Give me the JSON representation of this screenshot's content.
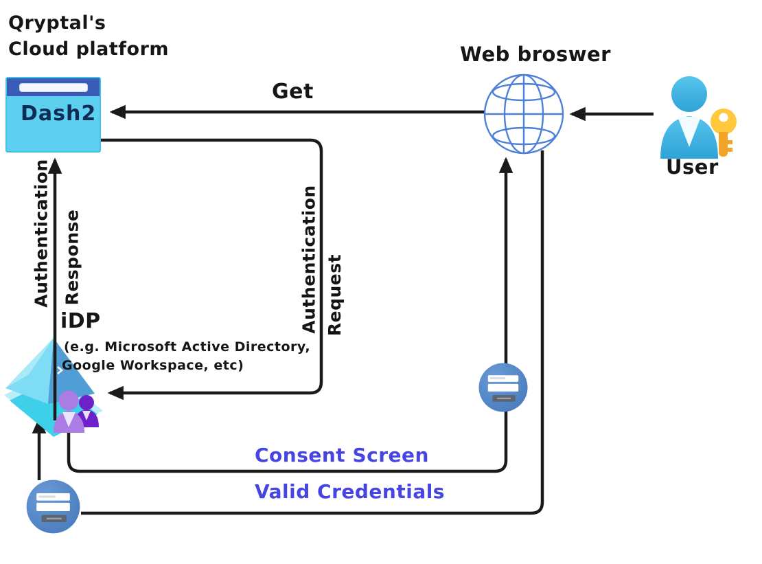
{
  "title": {
    "line1": "Qryptal's",
    "line2": "Cloud platform"
  },
  "nodes": {
    "dash2": {
      "label": "Dash2",
      "icon": "app-window-icon"
    },
    "web_browser": {
      "label": "Web broswer",
      "icon": "globe-icon"
    },
    "user": {
      "label": "User",
      "icon": "user-with-key-icon"
    },
    "idp": {
      "label": "iDP",
      "subtitle_line1": "(e.g. Microsoft Active Directory,",
      "subtitle_line2": "Google Workspace, etc)",
      "icon": "pyramid-users-icon"
    },
    "login_form": {
      "icon": "login-form-icon",
      "count": 2
    }
  },
  "edges": {
    "get": {
      "label": "Get",
      "from": "web_browser",
      "to": "dash2"
    },
    "user_to_browser": {
      "label": "",
      "from": "user",
      "to": "web_browser"
    },
    "auth_request": {
      "label_line1": "Authentication",
      "label_line2": "Request",
      "from": "dash2",
      "to": "idp"
    },
    "auth_response": {
      "label_line1": "Authentication",
      "label_line2": "Response",
      "from": "idp",
      "to": "dash2"
    },
    "consent_screen": {
      "label": "Consent Screen",
      "from": "idp",
      "to": "web_browser"
    },
    "valid_credentials": {
      "label": "Valid Credentials",
      "from": "login_form",
      "to": "web_browser"
    },
    "credentials_to_idp": {
      "label": "",
      "from": "login_form",
      "to": "idp"
    }
  },
  "colors": {
    "arrow": "#1a1a1a",
    "edge_label_blue": "#4645e2",
    "window_titlebar": "#3a5cb6",
    "window_body": "#5ed0ef",
    "globe_stroke": "#4d80d6",
    "user_blue": "#41b5e5",
    "key_gold": "#f3ab2e",
    "person_light_purple": "#aa7ce4",
    "person_dark_purple": "#6d22c9",
    "pyramid_light": "#7edcf4",
    "pyramid_dark": "#519dd6",
    "login_circle_blue": "#4d83c6"
  }
}
